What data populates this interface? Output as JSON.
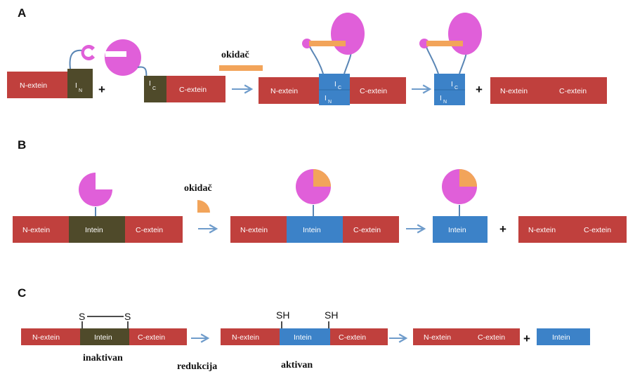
{
  "panels": {
    "a": {
      "letter": "A",
      "n_extein": "N-extein",
      "c_extein": "C-extein",
      "intein_n": "I",
      "intein_n_sub": "N",
      "intein_c": "I",
      "intein_c_sub": "C",
      "trigger": "okidač",
      "plus": "+"
    },
    "b": {
      "letter": "B",
      "n_extein": "N-extein",
      "c_extein": "C-extein",
      "intein": "Intein",
      "trigger": "okidač",
      "plus": "+"
    },
    "c": {
      "letter": "C",
      "n_extein": "N-extein",
      "c_extein": "C-extein",
      "intein": "Intein",
      "s1": "S",
      "s2": "S",
      "sh1": "SH",
      "sh2": "SH",
      "inactive": "inaktivan",
      "reduction": "redukcija",
      "active": "aktivan",
      "plus": "+"
    }
  },
  "colors": {
    "extein": "#c0403d",
    "intein_inactive": "#4f4a2a",
    "intein_active": "#3c82c8",
    "domain": "#e05fd9",
    "trigger": "#f2a45a",
    "linker": "#5a86b5",
    "arrow": "#6f9ccb"
  }
}
